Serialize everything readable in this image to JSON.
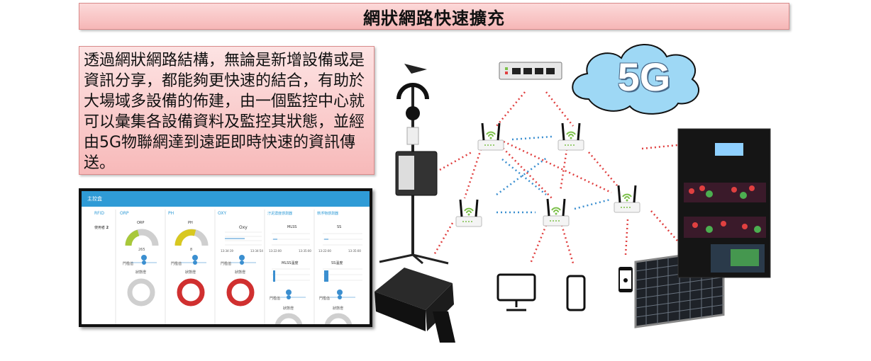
{
  "title": "網狀網路快速擴充",
  "description": "透過網狀網路結構，無論是新增設備或是資訊分享，都能夠更快速的結合，有助於大場域多設備的佈建，由一個監控中心就可以彙集各設備資料及監控其狀態，並經由5G物聯網達到遠距即時快速的資訊傳送。",
  "cloud_label": "5G",
  "dashboard": {
    "header": "主控盒",
    "columns": [
      "RFID",
      "ORP",
      "PH",
      "OXY",
      "汙泥濃度感測器",
      "懸浮物感測器"
    ],
    "rfid_label": "使用者",
    "rfid_value": "2",
    "orp_title": "ORP",
    "orp_value": "265",
    "ph_title": "PH",
    "ph_value": "8",
    "oxy_title": "Oxy",
    "mlss_title": "MLSS",
    "ss_title": "SS",
    "mlss_temp_title": "MLSS溫度",
    "ss_temp_title": "SS溫度",
    "threshold_label": "門檻值",
    "status_label": "狀態燈",
    "time_a": "13:34:19",
    "time_b": "13:34:54",
    "time_c": "13:22:00",
    "time_d": "13:35:00"
  },
  "colors": {
    "title_bg": "#f8c4c4",
    "dashboard_header": "#2f9bd6",
    "link_red": "#e04040",
    "link_blue": "#3b8fd0",
    "cloud": "#9ed8f5"
  }
}
